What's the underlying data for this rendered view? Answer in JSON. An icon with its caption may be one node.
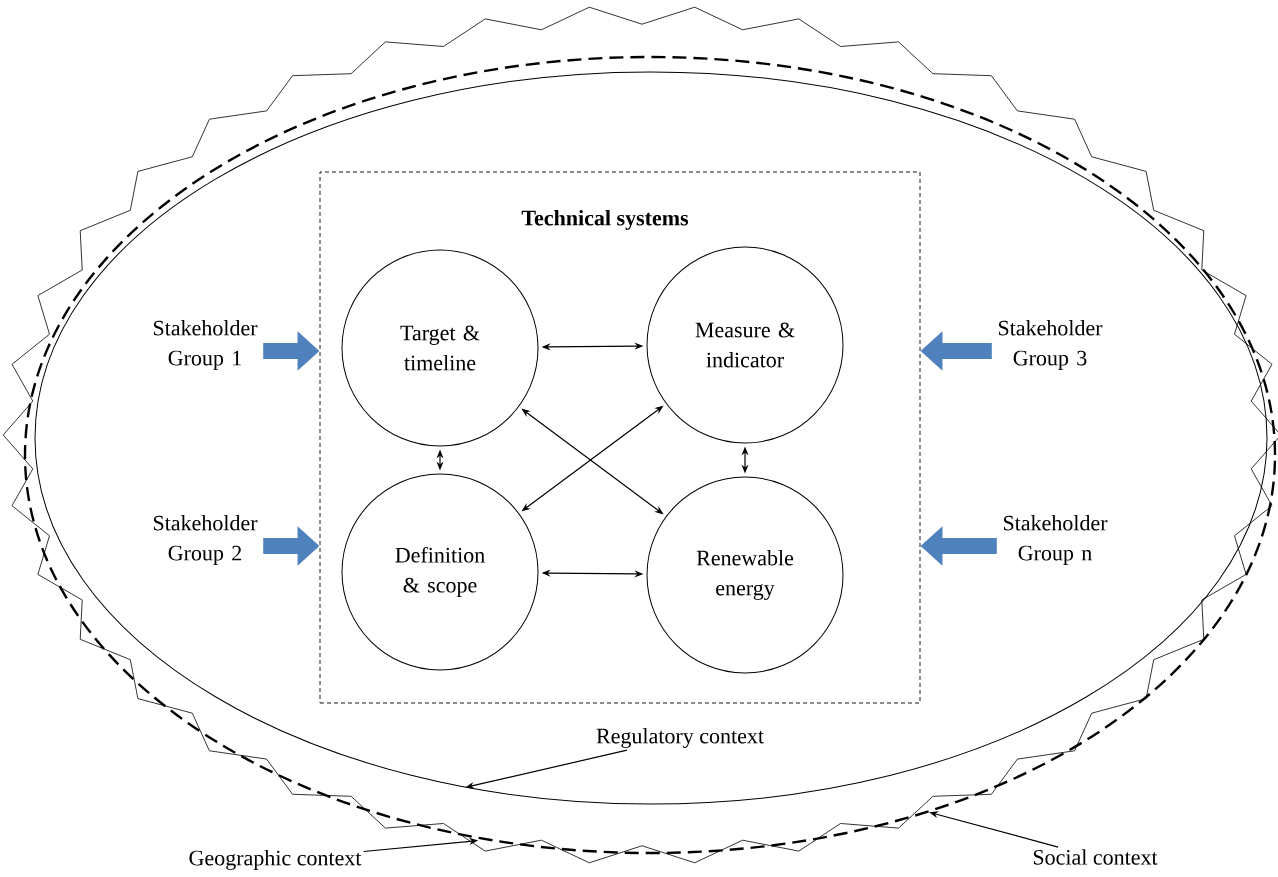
{
  "diagram": {
    "nodes": [
      {
        "text": [],
        "shape": "zigzag"
      },
      {
        "text": [],
        "shape": "ellipse",
        "in": 0
      },
      {
        "text": [],
        "shape": "ellipse",
        "in": 1
      },
      {
        "text": [
          "Technical systems"
        ],
        "in": 2
      },
      {
        "text": [
          "Target & timeline"
        ],
        "in": 3
      },
      {
        "text": [
          "Measure & indicator"
        ],
        "in": 3
      },
      {
        "text": [
          "Definition & scope"
        ],
        "in": 3
      },
      {
        "text": [
          "Renewable energy"
        ],
        "in": 3
      },
      {
        "text": [
          "Stakeholder Group 1"
        ],
        "in": 2
      },
      {
        "text": [
          "Stakeholder Group 2"
        ],
        "in": 2
      },
      {
        "text": [
          "Stakeholder Group 3"
        ],
        "in": 2
      },
      {
        "text": [
          "Stakeholder Group n"
        ],
        "in": 2
      },
      {
        "text": [
          "Regulatory context"
        ],
        "in": 2
      },
      {
        "text": [
          "Geographic context"
        ]
      },
      {
        "text": [
          "Social context"
        ]
      }
    ],
    "edges": [
      {
        "from": 4,
        "to": 5,
        "arrow": "both"
      },
      {
        "from": 4,
        "to": 6,
        "arrow": "both"
      },
      {
        "from": 5,
        "to": 7,
        "arrow": "both"
      },
      {
        "from": 6,
        "to": 7,
        "arrow": "both"
      },
      {
        "from": 4,
        "to": 7,
        "arrow": "both"
      },
      {
        "from": 5,
        "to": 6,
        "arrow": "both"
      },
      {
        "from": 8,
        "to": 3,
        "arrow": "to",
        "style": "thick",
        "color": "#4f81bd"
      },
      {
        "from": 9,
        "to": 3,
        "arrow": "to",
        "style": "thick",
        "color": "#4f81bd"
      },
      {
        "from": 10,
        "to": 3,
        "arrow": "to",
        "style": "thick",
        "color": "#4f81bd"
      },
      {
        "from": 11,
        "to": 3,
        "arrow": "to",
        "style": "thick",
        "color": "#4f81bd"
      },
      {
        "from": 12,
        "to": 2,
        "arrow": "to"
      },
      {
        "from": 13,
        "to": 0,
        "arrow": "to"
      },
      {
        "from": 14,
        "to": 1,
        "arrow": "to"
      }
    ]
  }
}
